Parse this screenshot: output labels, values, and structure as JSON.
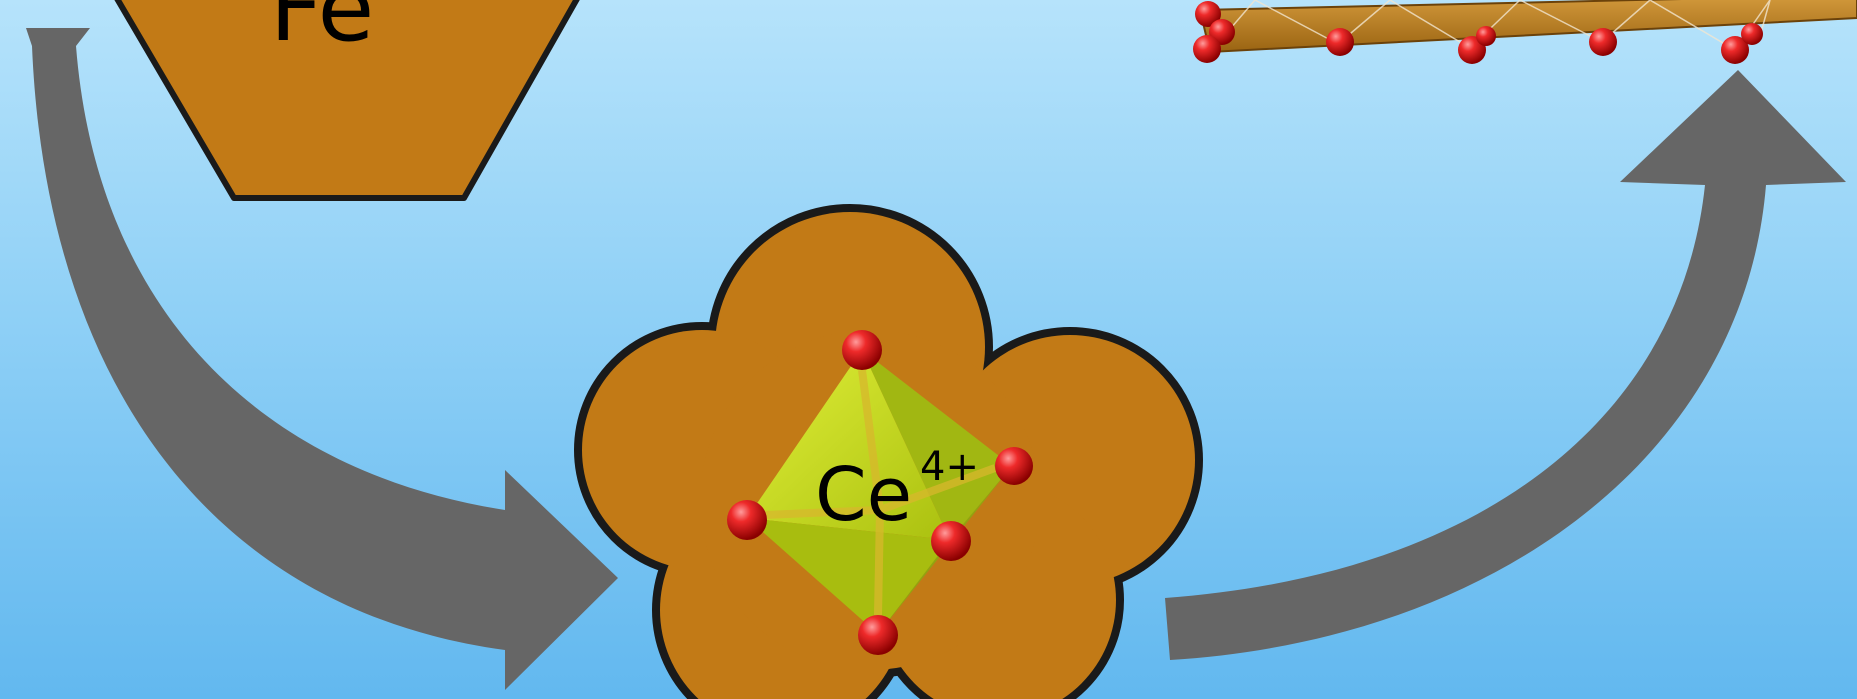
{
  "labels": {
    "fe": "Fe",
    "ce": "Ce",
    "ce_charge": "4+"
  },
  "colors": {
    "background_top": "#b6e3fb",
    "background_bottom": "#62b8ef",
    "iron_brown": "#c27a16",
    "outline": "#1a1a1a",
    "arrow_gray": "#666666",
    "octahedron_yellow": "#c6e21a",
    "oxygen_red": "#e01414"
  }
}
